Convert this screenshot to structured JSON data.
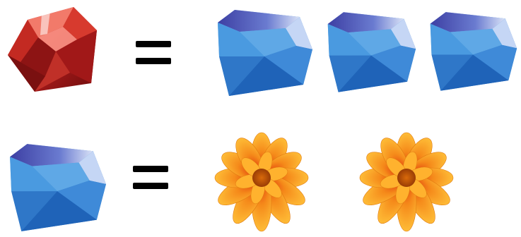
{
  "puzzle": {
    "rows": [
      {
        "left": {
          "icon": "ruby-gem-icon",
          "count": 1
        },
        "operator": "=",
        "right": {
          "icon": "blue-diamond-icon",
          "count": 3
        }
      },
      {
        "left": {
          "icon": "blue-diamond-icon",
          "count": 1
        },
        "operator": "=",
        "right": {
          "icon": "orange-flower-icon",
          "count": 2
        }
      }
    ],
    "colors": {
      "ruby": "#b31d1d",
      "diamond": "#3e8fd6",
      "flower": "#f39a1b",
      "equals": "#000000"
    }
  }
}
